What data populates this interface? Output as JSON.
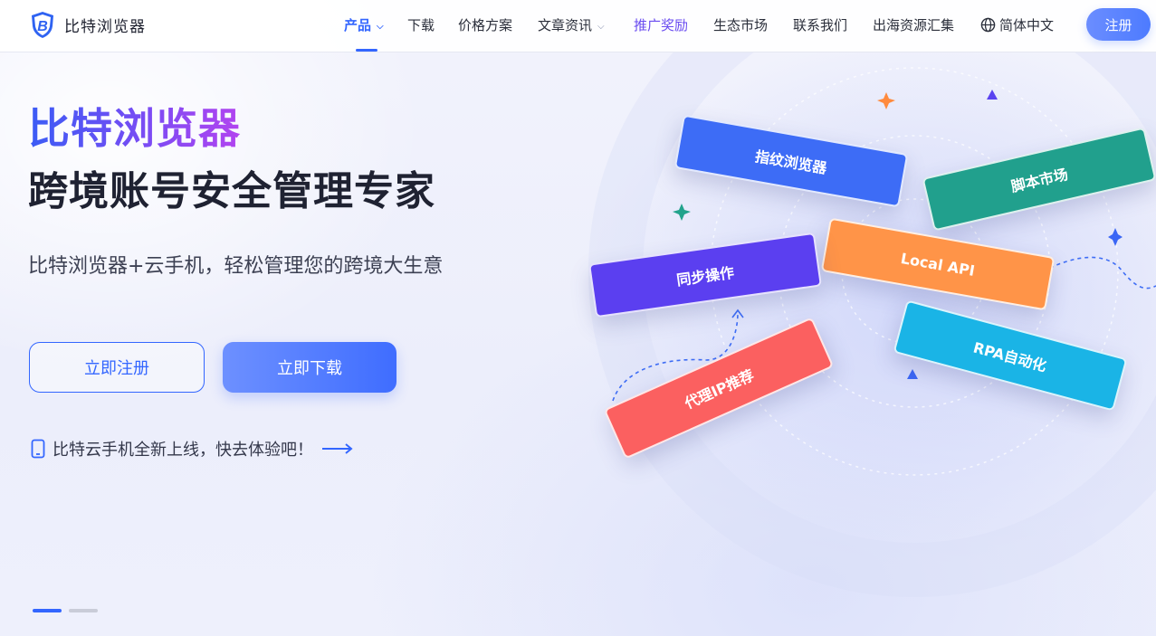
{
  "brand": {
    "name": "比特浏览器",
    "logo_letter": "B",
    "color": "#3366ff"
  },
  "nav": {
    "items": [
      {
        "label": "产品",
        "dropdown": true,
        "active": true
      },
      {
        "label": "下载"
      },
      {
        "label": "价格方案"
      },
      {
        "label": "文章资讯",
        "dropdown": true
      },
      {
        "label": "推广奖励",
        "highlight": true
      },
      {
        "label": "生态市场"
      },
      {
        "label": "联系我们"
      },
      {
        "label": "出海资源汇集"
      }
    ],
    "language": "简体中文",
    "register": "注册"
  },
  "hero": {
    "title": "比特浏览器",
    "subtitle": "跨境账号安全管理专家",
    "description": "比特浏览器+云手机，轻松管理您的跨境大生意",
    "register_button": "立即注册",
    "download_button": "立即下载",
    "phone_link": "比特云手机全新上线，快去体验吧！"
  },
  "features": [
    {
      "label": "指纹浏览器",
      "color": "#3d6cf6"
    },
    {
      "label": "脚本市场",
      "color": "#21a08d"
    },
    {
      "label": "Local API",
      "color": "#ff9448"
    },
    {
      "label": "同步操作",
      "color": "#5b3ff0"
    },
    {
      "label": "RPA自动化",
      "color": "#1ab4e6"
    },
    {
      "label": "代理IP推荐",
      "color": "#fb6060"
    }
  ],
  "carousel": {
    "slides": 2,
    "current": 1
  }
}
